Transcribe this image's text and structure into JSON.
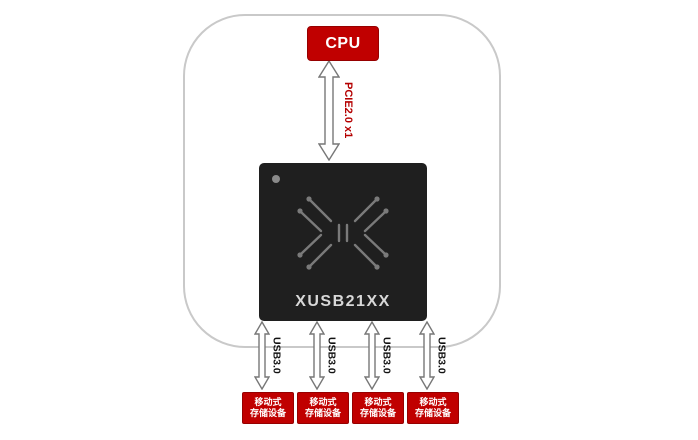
{
  "cpu": {
    "label": "CPU"
  },
  "pcie": {
    "label": "PCIE2.0 x1"
  },
  "chip": {
    "label": "XUSB21XX"
  },
  "usb": {
    "ports": [
      {
        "label": "USB3.0"
      },
      {
        "label": "USB3.0"
      },
      {
        "label": "USB3.0"
      },
      {
        "label": "USB3.0"
      }
    ],
    "devices": [
      {
        "line1": "移动式",
        "line2": "存储设备"
      },
      {
        "line1": "移动式",
        "line2": "存储设备"
      },
      {
        "line1": "移动式",
        "line2": "存储设备"
      },
      {
        "line1": "移动式",
        "line2": "存储设备"
      }
    ]
  },
  "colors": {
    "accent_red": "#c00000",
    "chip_black": "#1f1f1f",
    "frame_gray": "#c9c9c9",
    "arrow_outline": "#777777"
  }
}
